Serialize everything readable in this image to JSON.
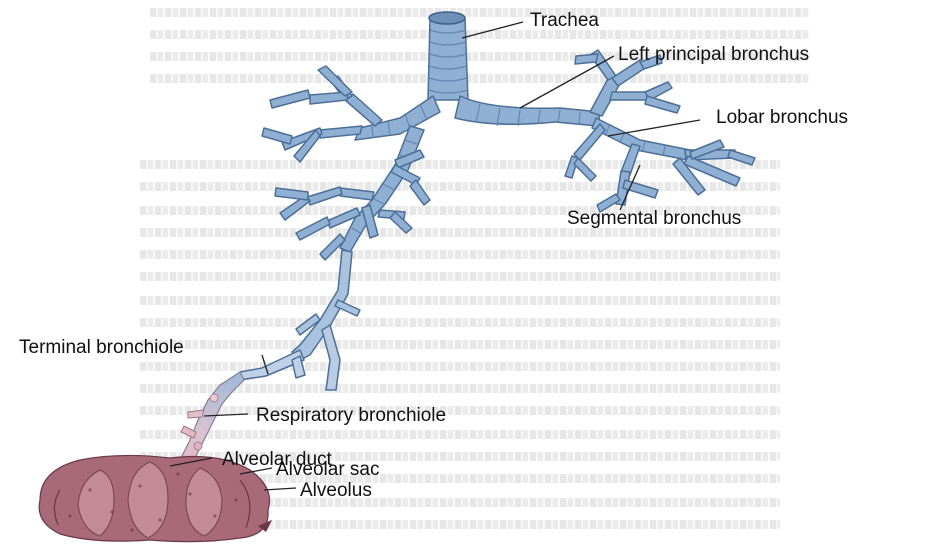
{
  "labels": {
    "trachea": "Trachea",
    "left_principal_bronchus": "Left principal bronchus",
    "lobar_bronchus": "Lobar bronchus",
    "segmental_bronchus": "Segmental bronchus",
    "terminal_bronchiole": "Terminal bronchiole",
    "respiratory_bronchiole": "Respiratory bronchiole",
    "alveolar_duct": "Alveolar duct",
    "alveolar_sac": "Alveolar sac",
    "alveolus": "Alveolus"
  },
  "colors": {
    "bronchus_fill": "#8fb0d3",
    "bronchus_outline": "#4c6f98",
    "bronchiole_fade": "#e9c7cf",
    "alveoli_fill": "#a86979",
    "label_text": "#111111"
  }
}
